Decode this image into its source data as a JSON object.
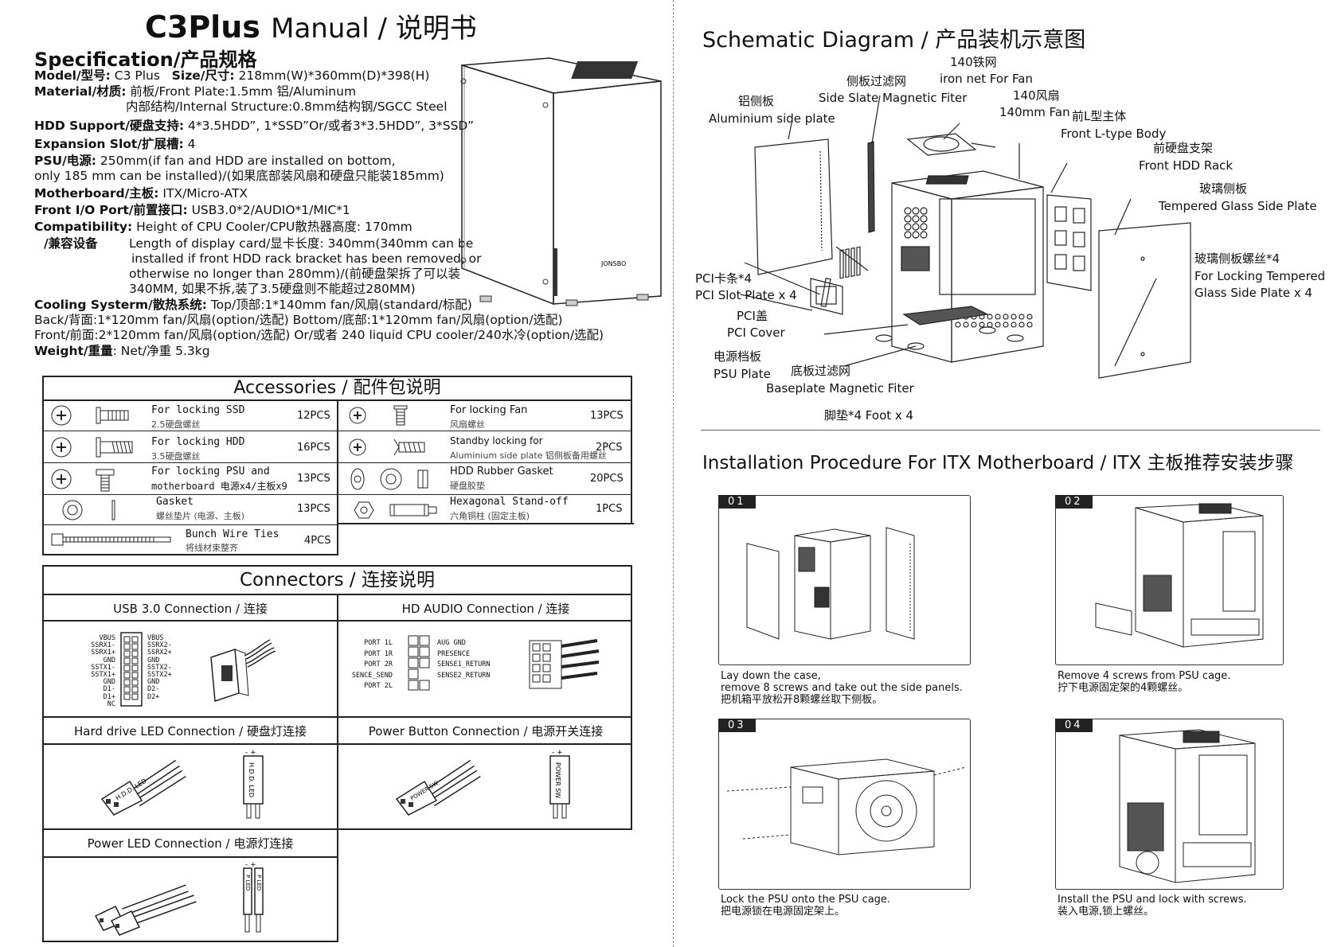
{
  "title": {
    "part1": "C3Plus",
    "part2": "Manual / 说明书"
  },
  "spec": {
    "heading": "Specification/产品规格",
    "lines": [
      {
        "k": "Model/型号:",
        "v": " C3 Plus "
      },
      {
        "k": "Size/尺寸:",
        "v": " 218mm(W)*360mm(D)*398(H)"
      },
      {
        "k": "Material/材质:",
        "v": " 前板/Front Plate:1.5mm  铝/Aluminum"
      },
      {
        "k": "",
        "v": "内部结构/Internal Structure:0.8mm结构钢/SGCC Steel"
      },
      {
        "k": "HDD Support/硬盘支持:",
        "v": " 4*3.5HDD”, 1*SSD”Or/或者3*3.5HDD”, 3*SSD”"
      },
      {
        "k": "Expansion Slot/扩展槽:",
        "v": " 4"
      },
      {
        "k": "PSU/电源:",
        "v": " 250mm(if fan and HDD are installed on bottom,"
      },
      {
        "k": "",
        "v": " only 185 mm can be installed)/(如果底部装风扇和硬盘只能装185mm)"
      },
      {
        "k": "Motherboard/主板:",
        "v": "  ITX/Micro-ATX"
      },
      {
        "k": "Front I/O Port/前置接口:",
        "v": "  USB3.0*2/AUDIO*1/MIC*1"
      },
      {
        "k": "Compatibility:",
        "v": "  Height of CPU Cooler/CPU散热器高度: 170mm"
      },
      {
        "k": "/兼容设备",
        "v": "Length of display card/显卡长度: 340mm(340mm can be"
      },
      {
        "k": "",
        "v": "installed if front HDD rack bracket has been removed, or"
      },
      {
        "k": "",
        "v": "otherwise no longer than 280mm)/(前硬盘架拆了可以装"
      },
      {
        "k": "",
        "v": "340MM, 如果不拆,装了3.5硬盘则不能超过280MM)"
      },
      {
        "k": "Cooling Systerm/散热系统:",
        "v": "  Top/顶部:1*140mm fan/风扇(standard/标配)"
      },
      {
        "k": "",
        "v": "Back/背面:1*120mm fan/风扇(option/选配)  Bottom/底部:1*120mm fan/风扇(option/选配)"
      },
      {
        "k": "",
        "v": "Front/前面:2*120mm fan/风扇(option/选配)  Or/或者 240 liquid CPU cooler/240水冷(option/选配)"
      },
      {
        "k": "Weight/重量",
        "v": ":  Net/净重 5.3kg"
      }
    ]
  },
  "accessories": {
    "heading": "Accessories / 配件包说明",
    "items": [
      {
        "name": "For  locking  SSD",
        "sub": "2.5硬盘螺丝",
        "qty": "12PCS"
      },
      {
        "name": "For locking Fan",
        "sub": "风扇螺丝",
        "qty": "13PCS"
      },
      {
        "name": "For  locking  HDD",
        "sub": "3.5硬盘螺丝",
        "qty": "16PCS"
      },
      {
        "name": "Standby locking for",
        "sub": "Aluminium side plate 铝侧板备用螺丝",
        "qty": "2PCS"
      },
      {
        "name": "For  locking PSU and",
        "sub": "motherboard 电源x4/主板x9",
        "qty": "13PCS"
      },
      {
        "name": "HDD Rubber Gasket",
        "sub": "硬盘胶垫",
        "qty": "20PCS"
      },
      {
        "name": "Gasket",
        "sub": "螺丝垫片 (电源、主板)",
        "qty": "13PCS"
      },
      {
        "name": "Hexagonal  Stand-off",
        "sub": "六角铜柱 (固定主板)",
        "qty": "1PCS"
      },
      {
        "name": "Bunch  Wire  Ties",
        "sub": "将线材束整齐",
        "qty": "4PCS"
      }
    ]
  },
  "connectors": {
    "heading": "Connectors / 连接说明",
    "usb": "USB 3.0 Connection / 连接",
    "audio": "HD AUDIO Connection / 连接",
    "hdd_led": "Hard drive LED Connection / 硬盘灯连接",
    "power_btn": "Power Button Connection / 电源开关连接",
    "power_led": "Power LED Connection / 电源灯连接",
    "usb_left": [
      "VBUS",
      "SSRX1-",
      "SSRX1+",
      "GND",
      "SSTX1-",
      "SSTX1+",
      "GND",
      "D1-",
      "D1+",
      "NC"
    ],
    "usb_right": [
      "VBUS",
      "SSRX2-",
      "SSRX2+",
      "GND",
      "SSTX2-",
      "SSTX2+",
      "GND",
      "D2-",
      "D2+"
    ],
    "audio_left": [
      "PORT 1L",
      "PORT 1R",
      "PORT 2R",
      "SENCE_SEND",
      "PORT 2L"
    ],
    "audio_right": [
      "AUG GND",
      "PRESENCE",
      "SENSE1_RETURN",
      "",
      "SENSE2_RETURN"
    ],
    "hdd_plug": "H.D.D. LED",
    "pwr_plug": "POWER SW",
    "pled_plug": "P LED"
  },
  "schematic": {
    "heading": "Schematic Diagram / 产品装机示意图",
    "labels": {
      "iron_net_cn": "140铁网",
      "iron_net_en": "iron net For Fan",
      "side_mag_cn": "侧板过滤网",
      "side_mag_en": "Side Slate Magnetic Fiter",
      "fan_cn": "140风扇",
      "fan_en": "140mm Fan",
      "al_cn": "铝侧板",
      "al_en": "Aluminium side plate",
      "body_cn": "前L型主体",
      "body_en": "Front L-type Body",
      "hdd_cn": "前硬盘支架",
      "hdd_en": "Front HDD Rack",
      "glass_cn": "玻璃侧板",
      "glass_en": "Tempered Glass Side Plate",
      "gscrew_cn": "玻璃侧板螺丝*4",
      "gscrew_en1": "For Locking Tempered",
      "gscrew_en2": "Glass Side Plate x 4",
      "pci_cn": "PCI卡条*4",
      "pci_en": "PCI Slot Plate x 4",
      "pcicover_cn": "PCI盖",
      "pcicover_en": "PCI Cover",
      "psu_cn": "电源档板",
      "psu_en": "PSU Plate",
      "base_cn": "底板过滤网",
      "base_en": "Baseplate Magnetic Fiter",
      "foot": "脚垫*4   Foot x 4"
    }
  },
  "install": {
    "heading": "Installation Procedure For ITX Motherboard / ITX 主板推荐安装步骤",
    "steps": [
      {
        "num": "01",
        "en1": "Lay down the case,",
        "en2": "remove 8 screws and take out the side panels.",
        "cn": "把机箱平放松开8颗螺丝取下侧板。"
      },
      {
        "num": "02",
        "en1": "Remove 4 screws from PSU cage.",
        "en2": "",
        "cn": "拧下电源固定架的4颗螺丝。"
      },
      {
        "num": "03",
        "en1": "Lock the PSU onto the PSU cage.",
        "en2": "",
        "cn": "把电源锁在电源固定架上。"
      },
      {
        "num": "04",
        "en1": "Install the PSU and lock with screws.",
        "en2": "",
        "cn": "装入电源,锁上螺丝。"
      }
    ]
  },
  "brand_label": "JONSBO"
}
